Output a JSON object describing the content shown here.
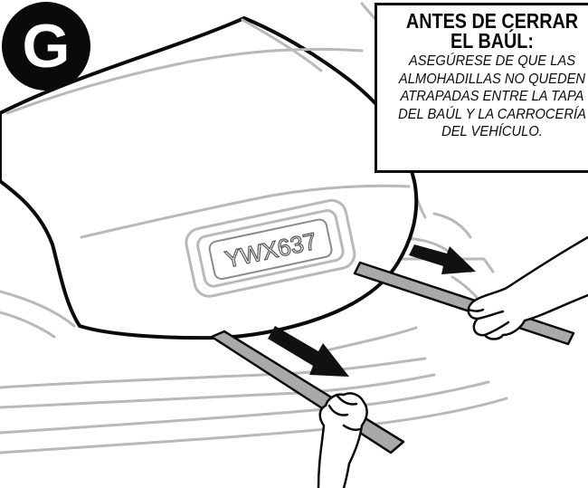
{
  "step": {
    "letter": "G"
  },
  "notice": {
    "title_lines": [
      "ANTES DE CERRAR",
      "EL BAÚL:"
    ],
    "body_lines": [
      "ASEGÚRESE DE QUE LAS",
      "ALMOHADILLAS NO QUEDEN",
      "ATRAPADAS ENTRE LA TAPA",
      "DEL BAÚL Y LA CARROCERÍA",
      "DEL VEHÍCULO."
    ]
  },
  "illustration": {
    "license_plate_text": "YWX637",
    "arrow_count": 2,
    "strap_count": 2,
    "hand_count": 2
  },
  "colors": {
    "ink": "#0a0a0a",
    "line_gray": "#b9b9b9",
    "strap_fill": "#a9a9a9",
    "arrow_fill": "#111111",
    "paper": "#ffffff"
  }
}
